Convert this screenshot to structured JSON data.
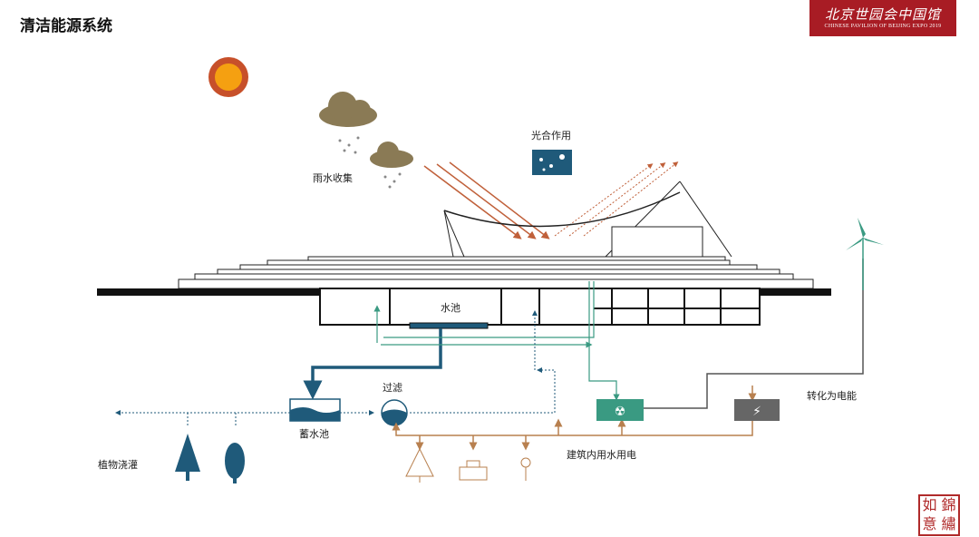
{
  "title": "清洁能源系统",
  "logo": {
    "zh": "北京世园会中国馆",
    "en": "CHINESE PAVILION OF BEIJING EXPO 2019"
  },
  "seal": [
    "如",
    "錦",
    "意",
    "繡"
  ],
  "labels": {
    "rain": "雨水收集",
    "photosynthesis": "光合作用",
    "pool": "水池",
    "filter": "过滤",
    "reservoir": "蓄水池",
    "irrigation": "植物浇灌",
    "building_use": "建筑内用水用电",
    "electricity": "转化为电能"
  },
  "colors": {
    "water": "#1f5a7a",
    "recycle": "#3a9a82",
    "utility": "#b8804f",
    "power": "#555555",
    "sun": "#f5a011",
    "cloud": "#8a7a55",
    "brand": "#a81c24"
  }
}
